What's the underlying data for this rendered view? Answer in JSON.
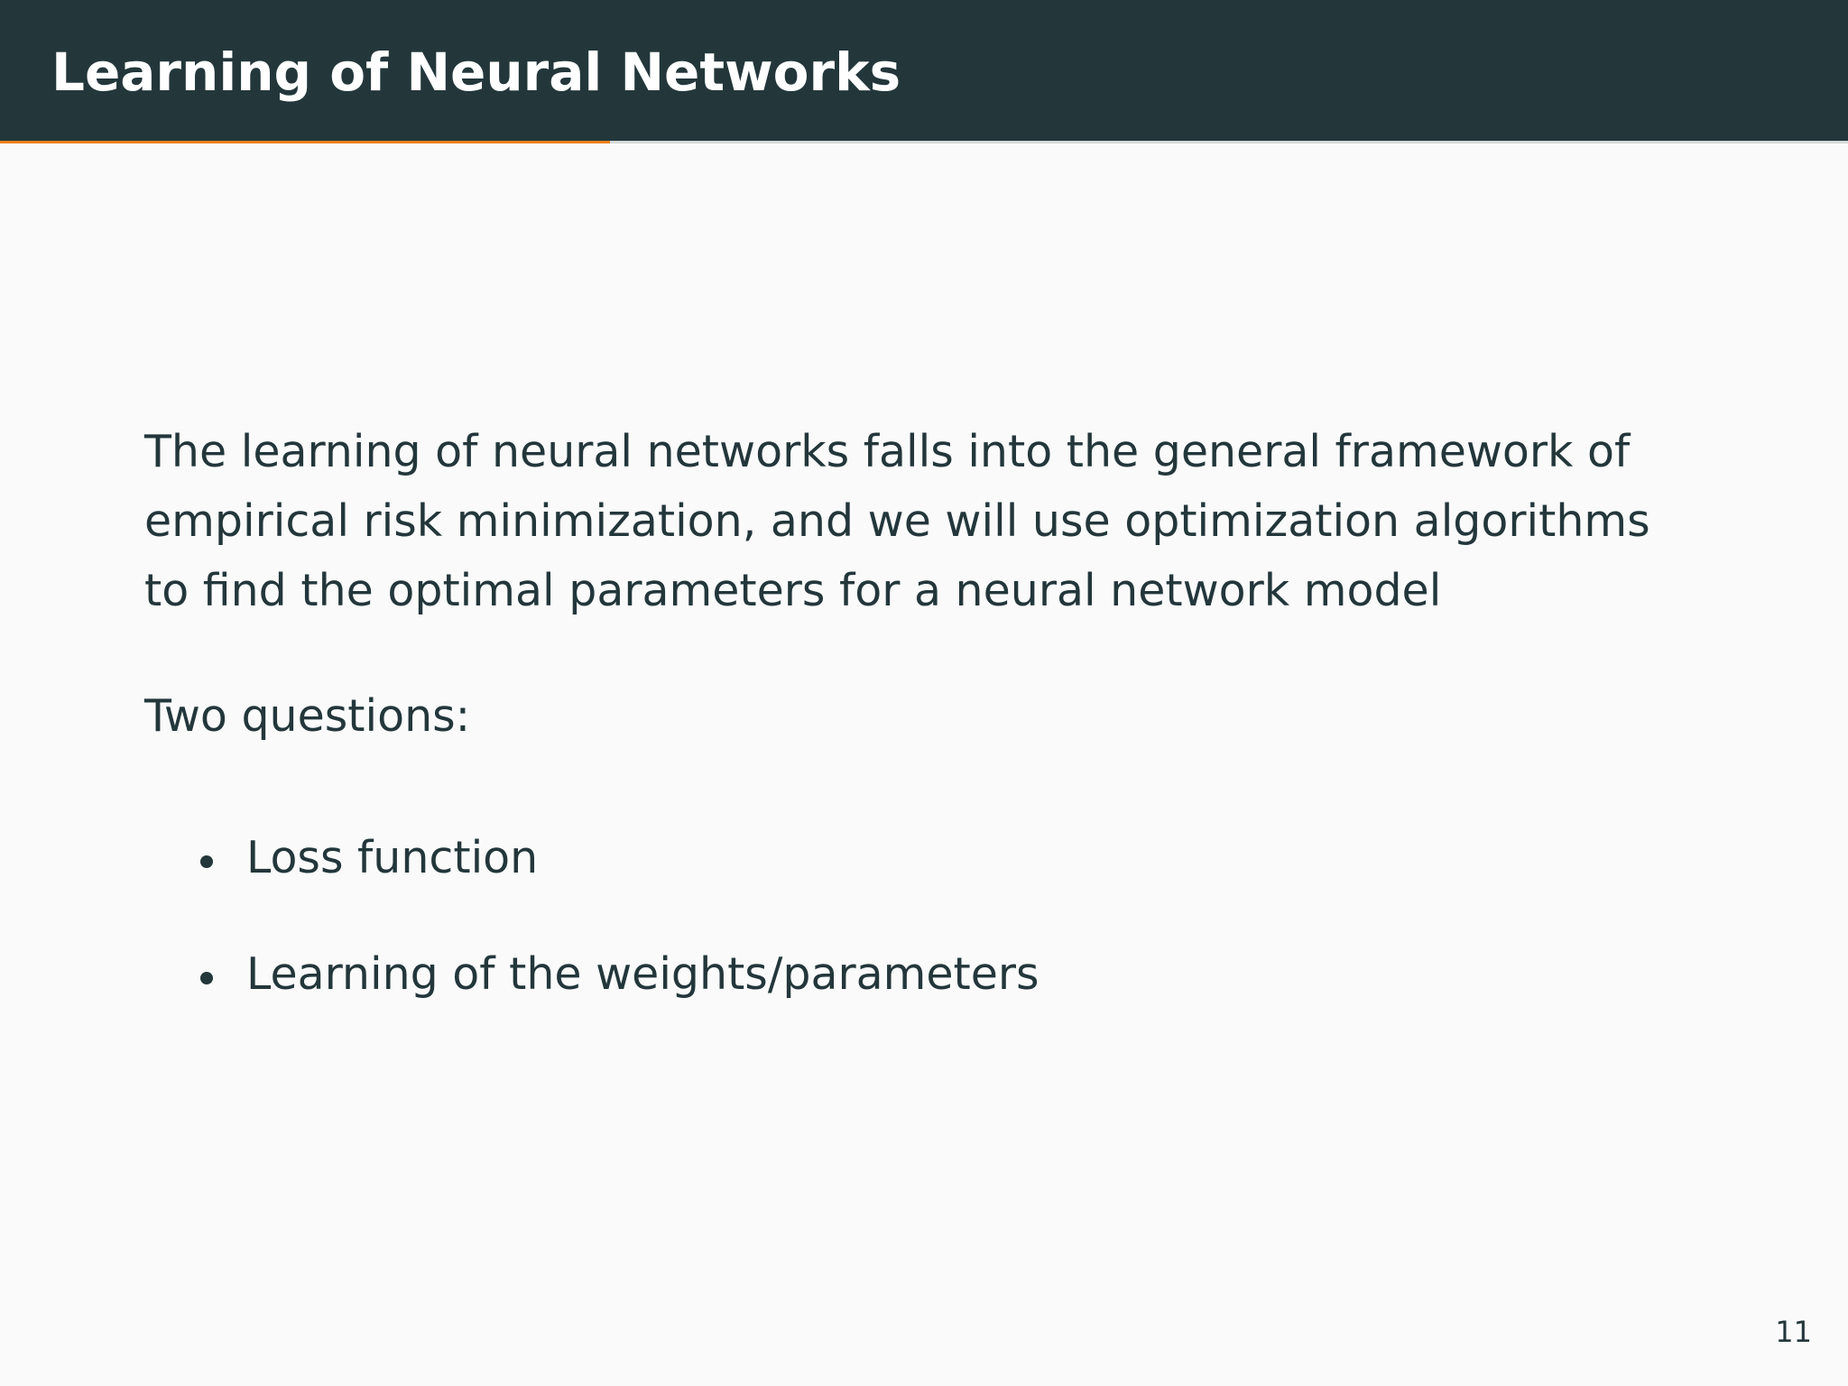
{
  "slide": {
    "title": "Learning of Neural Networks",
    "progress_fraction": 0.33,
    "paragraph": "The learning of neural networks falls into the general framework of empirical risk minimization, and we will use optimization algorithms to find the optimal parameters for a neural network model",
    "questions_heading": "Two questions:",
    "bullets": [
      {
        "label": "Loss function"
      },
      {
        "label": "Learning of the weights/parameters"
      }
    ],
    "page_number": "11"
  },
  "colors": {
    "title_background": "#23373b",
    "progress_accent": "#eb811b",
    "text": "#23373b",
    "background": "#fafafa"
  }
}
